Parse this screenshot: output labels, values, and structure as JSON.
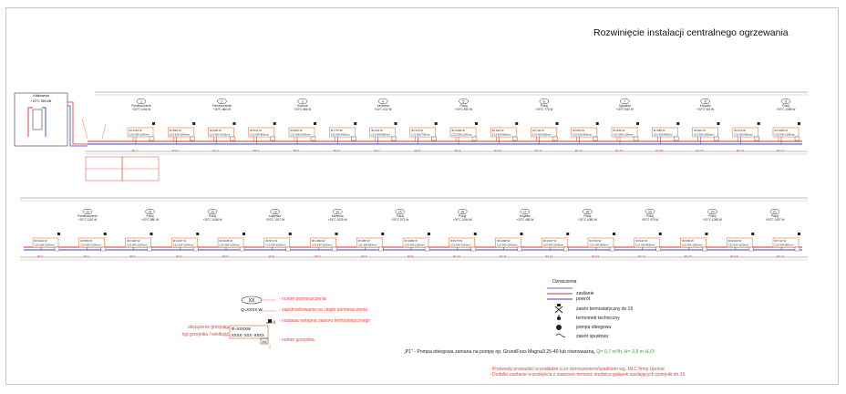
{
  "title": "Rozwinięcie instalacji centralnego ogrzewania",
  "boiler": {
    "label": "Kotłownia",
    "sub": "+20°C  335 kW"
  },
  "top_row": {
    "rooms": [
      {
        "no": "1",
        "name": "Pomieszczenie",
        "temp": "+20°C 1154 W"
      },
      {
        "no": "2",
        "name": "Pomieszczenie",
        "temp": "+20°C 860 W"
      },
      {
        "no": "3",
        "name": "Kuchnia",
        "temp": "+20°C 854 W"
      },
      {
        "no": "4",
        "name": "Łazienka",
        "temp": "+24°C 612 W"
      },
      {
        "no": "5",
        "name": "Pokój",
        "temp": "+20°C 820 W"
      },
      {
        "no": "6",
        "name": "Pokój",
        "temp": "+20°C 776 W"
      },
      {
        "no": "7",
        "name": "Sypialnia",
        "temp": "+20°C 642 W"
      },
      {
        "no": "8",
        "name": "Korytarz",
        "temp": "+20°C 415 W"
      },
      {
        "no": "9",
        "name": "Pokój",
        "temp": "+20°C 1086 W"
      }
    ],
    "radiators": [
      {
        "power": "Φ=1154 W",
        "type": "C22 600-1200mm",
        "code": "R1.1"
      },
      {
        "power": "Φ=860 W",
        "type": "C22 600-1000mm",
        "code": "R1.2"
      },
      {
        "power": "Φ=854 W",
        "type": "C21 600-1100mm",
        "code": "R1.3"
      },
      {
        "power": "Φ=612 W",
        "type": "C22 600-800mm",
        "code": "R1.4"
      },
      {
        "power": "Φ=820 W",
        "type": "C22 600-1000mm",
        "code": "R1.5"
      },
      {
        "power": "Φ=776 W",
        "type": "C22 600-900mm",
        "code": "R1.6"
      },
      {
        "power": "Φ=642 W",
        "type": "C21 600-900mm",
        "code": "R1.7"
      },
      {
        "power": "Φ=415 W",
        "type": "C11 600-700mm",
        "code": "R1.8"
      },
      {
        "power": "Φ=1086 W",
        "type": "C22 600-1200mm",
        "code": "R1.9"
      },
      {
        "power": "Φ=520 W",
        "type": "C21 600-800mm",
        "code": "R1.10"
      },
      {
        "power": "Φ=740 W",
        "type": "C22 600-900mm",
        "code": "R1.11"
      },
      {
        "power": "Φ=690 W",
        "type": "C22 600-800mm",
        "code": "R1.12"
      },
      {
        "power": "Φ=930 W",
        "type": "C22 600-1100mm",
        "code": "R1.13"
      },
      {
        "power": "Φ=580 W",
        "type": "C21 600-800mm",
        "code": "R1.14"
      },
      {
        "power": "Φ=810 W",
        "type": "C22 600-1000mm",
        "code": "R1.15"
      },
      {
        "power": "Φ=470 W",
        "type": "C11 600-800mm",
        "code": "R1.16"
      },
      {
        "power": "Φ=1020 W",
        "type": "C22 600-1200mm",
        "code": "R1.17"
      }
    ]
  },
  "bottom_row": {
    "rooms": [
      {
        "no": "10",
        "name": "Pomieszczenie",
        "temp": "+20°C 1110 W"
      },
      {
        "no": "11",
        "name": "Pokój",
        "temp": "+20°C 880 W"
      },
      {
        "no": "12",
        "name": "Pokój",
        "temp": "+20°C 1046 W"
      },
      {
        "no": "13",
        "name": "Łazienka",
        "temp": "+24°C 1027 W"
      },
      {
        "no": "14",
        "name": "Łazienka",
        "temp": "+24°C 1025 W"
      },
      {
        "no": "15",
        "name": "Pokój",
        "temp": "+20°C 971 W"
      },
      {
        "no": "16",
        "name": "Pokój",
        "temp": "+20°C 1094 W"
      },
      {
        "no": "17",
        "name": "Korytarz",
        "temp": "+20°C 485 W"
      },
      {
        "no": "18",
        "name": "Pokój",
        "temp": "+20°C 1080 W"
      },
      {
        "no": "19",
        "name": "Pokój",
        "temp": "+20°C 975 W"
      },
      {
        "no": "20",
        "name": "Pokój",
        "temp": "+20°C 1098 W"
      },
      {
        "no": "21",
        "name": "Pokój",
        "temp": "+20°C 1097 W"
      }
    ],
    "radiators": [
      {
        "power": "Φ=1110 W",
        "type": "C22 600-1200mm",
        "code": "R2.1"
      },
      {
        "power": "Φ=880 W",
        "type": "C22 600-1000mm",
        "code": "R2.2"
      },
      {
        "power": "Φ=1046 W",
        "type": "C22 600-1200mm",
        "code": "R2.3"
      },
      {
        "power": "Φ=1027 W",
        "type": "C22 600-1200mm",
        "code": "R2.4"
      },
      {
        "power": "Φ=1025 W",
        "type": "C22 600-1200mm",
        "code": "R2.5"
      },
      {
        "power": "Φ=971 W",
        "type": "C22 600-1100mm",
        "code": "R2.6"
      },
      {
        "power": "Φ=1094 W",
        "type": "C22 600-1200mm",
        "code": "R2.7"
      },
      {
        "power": "Φ=485 W",
        "type": "C11 600-800mm",
        "code": "R2.8"
      },
      {
        "power": "Φ=1080 W",
        "type": "C22 600-1200mm",
        "code": "R2.9"
      },
      {
        "power": "Φ=975 W",
        "type": "C22 600-1100mm",
        "code": "R2.10"
      },
      {
        "power": "Φ=1098 W",
        "type": "C22 600-1200mm",
        "code": "R2.11"
      },
      {
        "power": "Φ=1097 W",
        "type": "C22 600-1200mm",
        "code": "R2.12"
      },
      {
        "power": "Φ=760 W",
        "type": "C22 600-900mm",
        "code": "R2.13"
      },
      {
        "power": "Φ=640 W",
        "type": "C21 600-800mm",
        "code": "R2.14"
      },
      {
        "power": "Φ=900 W",
        "type": "C22 600-1000mm",
        "code": "R2.15"
      },
      {
        "power": "Φ=1040 W",
        "type": "C22 600-1200mm",
        "code": "R2.16"
      },
      {
        "power": "Φ=710 W",
        "type": "C22 600-800mm",
        "code": "R2.17"
      }
    ]
  },
  "key": {
    "room_symbol": "XX",
    "room_value": "Q=XXXX W",
    "room_number_note": "- numer pomieszczenia",
    "room_demand_note": "- zapotrzebowanie na ciepło pomieszczenia",
    "valve_setting_note": "- nastawa wstępna zaworu termostatycznego",
    "heater_label_1": "obciążenie grzejnika",
    "heater_label_2": "typ grzejnika / wielkość",
    "heater_box_1": "Φ=XXXXW",
    "heater_box_2": "XXXX- XXX -XXXX",
    "heater_code": "XX",
    "heater_number_note": "- numer grzejnika",
    "setting_mark": "n=X,X"
  },
  "legend": {
    "heading": "Oznaczenia",
    "items": [
      {
        "label": "zasilanie",
        "color": "#d33333"
      },
      {
        "label": "powrót",
        "color": "#3344cc"
      },
      {
        "label": "zawór termostatyczny dn 15",
        "icon": "valve-icon"
      },
      {
        "label": "termometr techniczny",
        "icon": "thermometer-icon"
      },
      {
        "label": "pompa obiegowa",
        "icon": "pump-icon"
      },
      {
        "label": "zawór spustowy",
        "icon": "drain-valve-icon"
      }
    ]
  },
  "pump_note": {
    "main": "„P1” - Pompa obiegowa zamana na pompę np. GrundFoss Magna3  25-40 lub równoważną,",
    "params": "Q= 0,7 m³/h, H= 3,9 m H₂O"
  },
  "notes": [
    "- Przewody prowadzić w podłodze a ze wznoszeniem/spadkiem wg. MLC firmy Uponor",
    "- Dodatki zasilanie w podejścia z zaworem termost. średnica gałązek zasilających grzejniki dn 15"
  ],
  "colors": {
    "supply": "#d33333",
    "return": "#3344cc",
    "orange": "#e07b39",
    "note_red": "#e8463c",
    "green": "#3aa33a"
  }
}
